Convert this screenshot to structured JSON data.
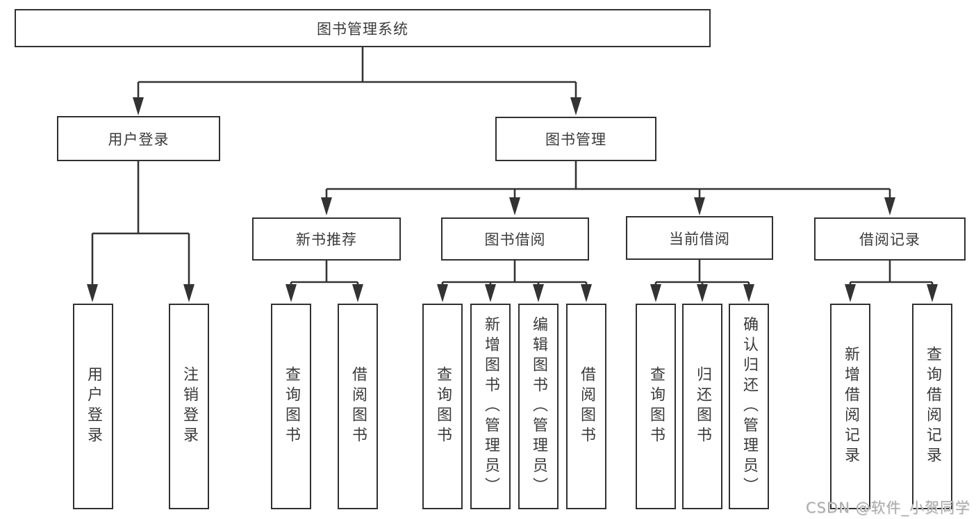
{
  "diagram": {
    "root": "图书管理系统",
    "level2": {
      "user_login": "用户登录",
      "book_mgmt": "图书管理"
    },
    "level3": {
      "new_book_rec": "新书推荐",
      "book_borrow": "图书借阅",
      "current_borrow": "当前借阅",
      "borrow_records": "借阅记录"
    },
    "leaves": [
      "用户登录",
      "注销登录",
      "查询图书",
      "借阅图书",
      "查询图书",
      "新增图书（管理员）",
      "编辑图书（管理员）",
      "借阅图书",
      "查询图书",
      "归还图书",
      "确认归还（管理员）",
      "新增借阅记录",
      "查询借阅记录"
    ]
  },
  "watermark": "CSDN @软件_小贺同学",
  "colors": {
    "line": "#333333",
    "border": "#303030",
    "text": "#3a3a3a",
    "background": "#ffffff",
    "watermark": "#ababab"
  }
}
